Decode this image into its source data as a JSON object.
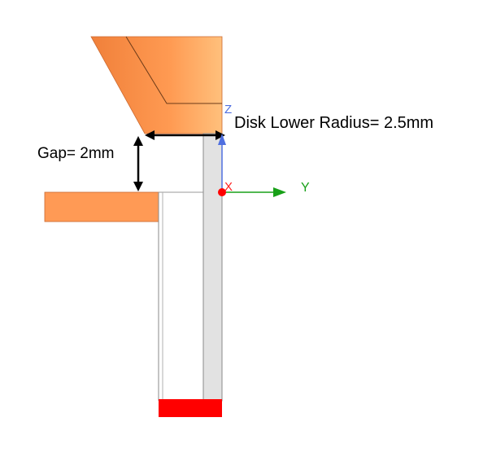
{
  "labels": {
    "disk_radius": "Disk Lower Radius= 2.5mm",
    "gap": "Gap= 2mm",
    "axis_z": "Z",
    "axis_x": "X",
    "axis_y": "Y"
  },
  "colors": {
    "orange_light": "#ffb874",
    "orange_mid": "#ff9d55",
    "orange_dark": "#f2803a",
    "shaft_gray": "#e2e2e2",
    "outline_gray": "#8a8a8a",
    "dimension_line": "#000000",
    "red_block": "#ff0000",
    "origin_dot": "#ff0000",
    "axis_z": "#4f6fe0",
    "axis_y": "#18a018",
    "axis_x": "#ff2020"
  }
}
